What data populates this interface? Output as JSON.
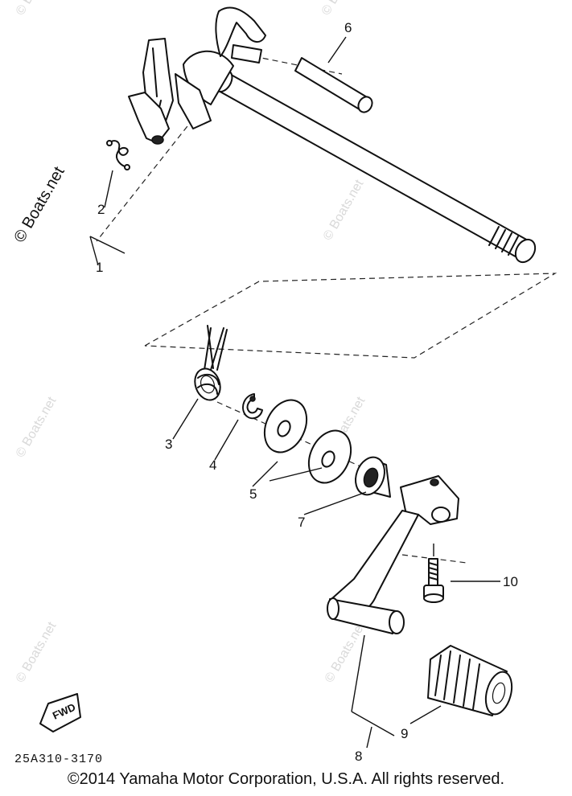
{
  "watermark_text": "© Boats.net",
  "callouts": {
    "c1": "1",
    "c2": "2",
    "c3": "3",
    "c4": "4",
    "c5": "5",
    "c6": "6",
    "c7": "7",
    "c8": "8",
    "c9": "9",
    "c10": "10"
  },
  "diagram_code": "25A310-3170",
  "fwd_label": "FWD",
  "copyright": "©2014 Yamaha Motor Corporation, U.S.A. All rights reserved."
}
